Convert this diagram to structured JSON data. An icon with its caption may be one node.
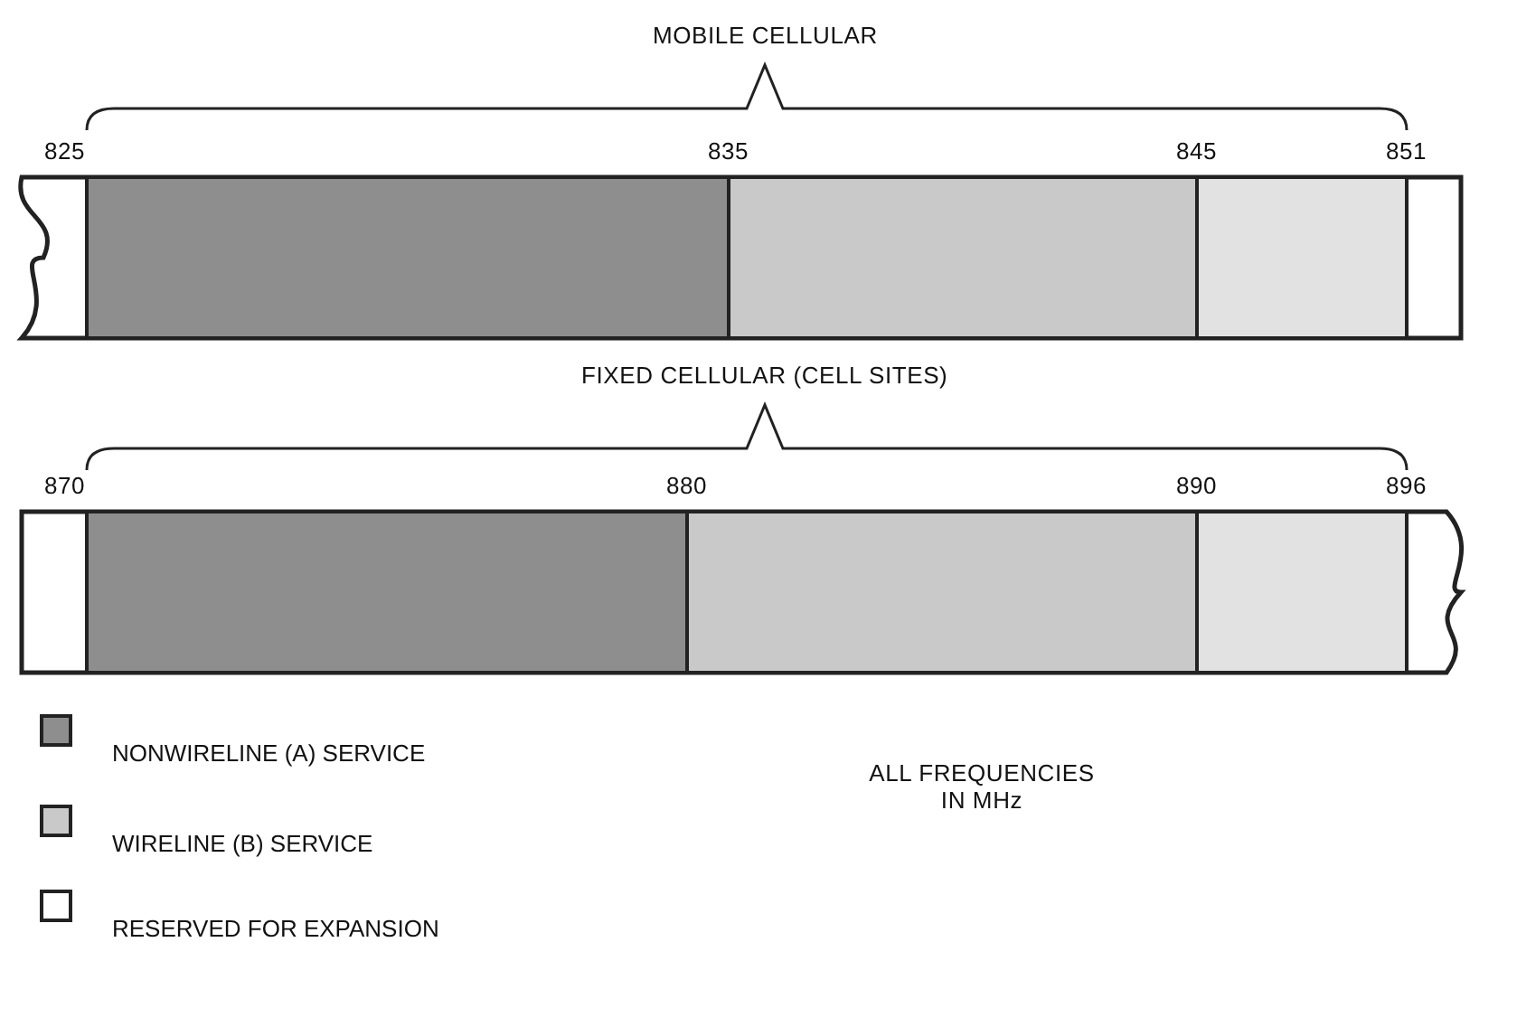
{
  "diagram": {
    "labels": [
      "MOBILE CELLULAR",
      "825",
      "835",
      "845",
      "851",
      "FIXED CELLULAR (CELL SITES)",
      "870",
      "880",
      "890",
      "896",
      "ALL FREQUENCIES IN MHz"
    ],
    "legend": [
      {
        "text": "NONWIRELINE (A) SERVICE",
        "color": "#8e8e8e"
      },
      {
        "text": "WIRELINE (B) SERVICE",
        "color": "#c9c9c9"
      },
      {
        "text": "RESERVED FOR EXPANSION",
        "color": "#ffffff"
      }
    ]
  }
}
